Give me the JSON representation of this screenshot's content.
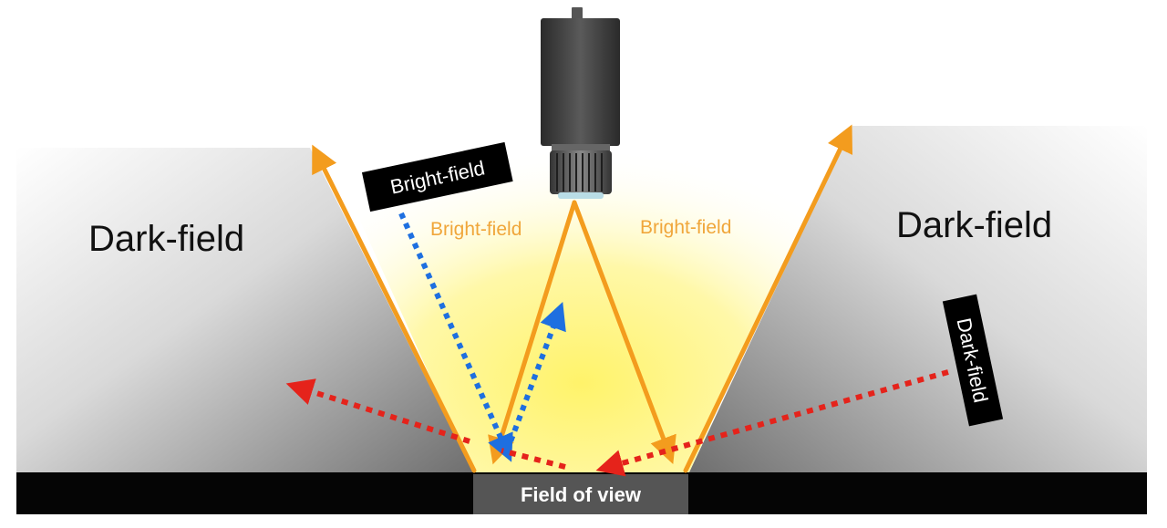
{
  "labels": {
    "dark_field_left": "Dark-field",
    "dark_field_right": "Dark-field",
    "bright_field_tag": "Bright-field",
    "bright_field_left": "Bright-field",
    "bright_field_right": "Bright-field",
    "dark_field_tag": "Dark-field",
    "field_of_view": "Field of view"
  },
  "colors": {
    "bright_field_ray": "#f39c1e",
    "reflected_bright": "#1e6fe0",
    "reflected_dark": "#e5231b",
    "glow": "#fff36a",
    "camera_body": "#3f3f3f",
    "base": "#050505",
    "field_of_view_plate": "#555555"
  },
  "icons": {
    "camera": "camera-icon"
  }
}
